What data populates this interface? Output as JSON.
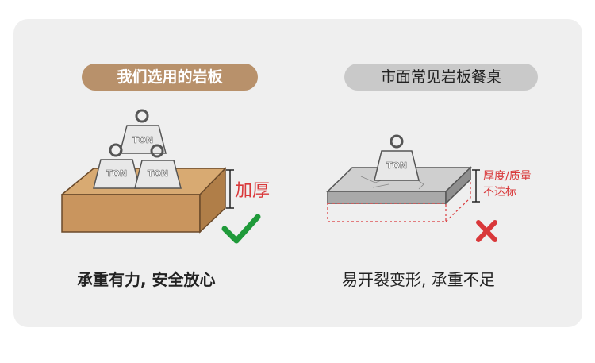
{
  "left": {
    "title": "我们选用的岩板",
    "thick_label": "加厚",
    "caption": "承重有力, 安全放心",
    "weight_text": "TON",
    "status_icon": "check-icon",
    "colors": {
      "pill": "#b8916b",
      "board": "#c9955e",
      "check": "#1f9a3a"
    }
  },
  "right": {
    "title": "市面常见岩板餐桌",
    "thick_label_line1": "厚度/质量",
    "thick_label_line2": "不达标",
    "caption": "易开裂变形, 承重不足",
    "weight_text": "TON",
    "status_icon": "cross-icon",
    "colors": {
      "pill": "#c9c9c9",
      "board": "#bdbdbd",
      "cross": "#d9383a"
    }
  }
}
